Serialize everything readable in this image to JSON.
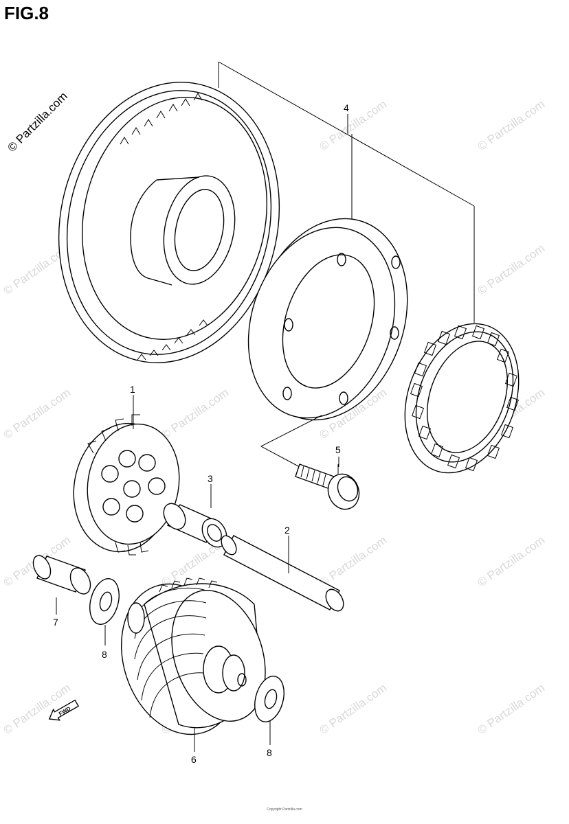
{
  "figure": {
    "title": "FIG.8"
  },
  "watermark": {
    "corner_text": "© Partzilla.com",
    "tile_text": "© Partzilla.com"
  },
  "callouts": {
    "p1": "1",
    "p2": "2",
    "p3": "3",
    "p4": "4",
    "p5": "5",
    "p6": "6",
    "p7": "7",
    "p8a": "8",
    "p8b": "8"
  },
  "direction_label": "FWD",
  "footer": {
    "copyright": "Copyright Partzilla.com"
  },
  "colors": {
    "line": "#000000",
    "watermark": "#d8d8d8",
    "background": "#ffffff"
  }
}
